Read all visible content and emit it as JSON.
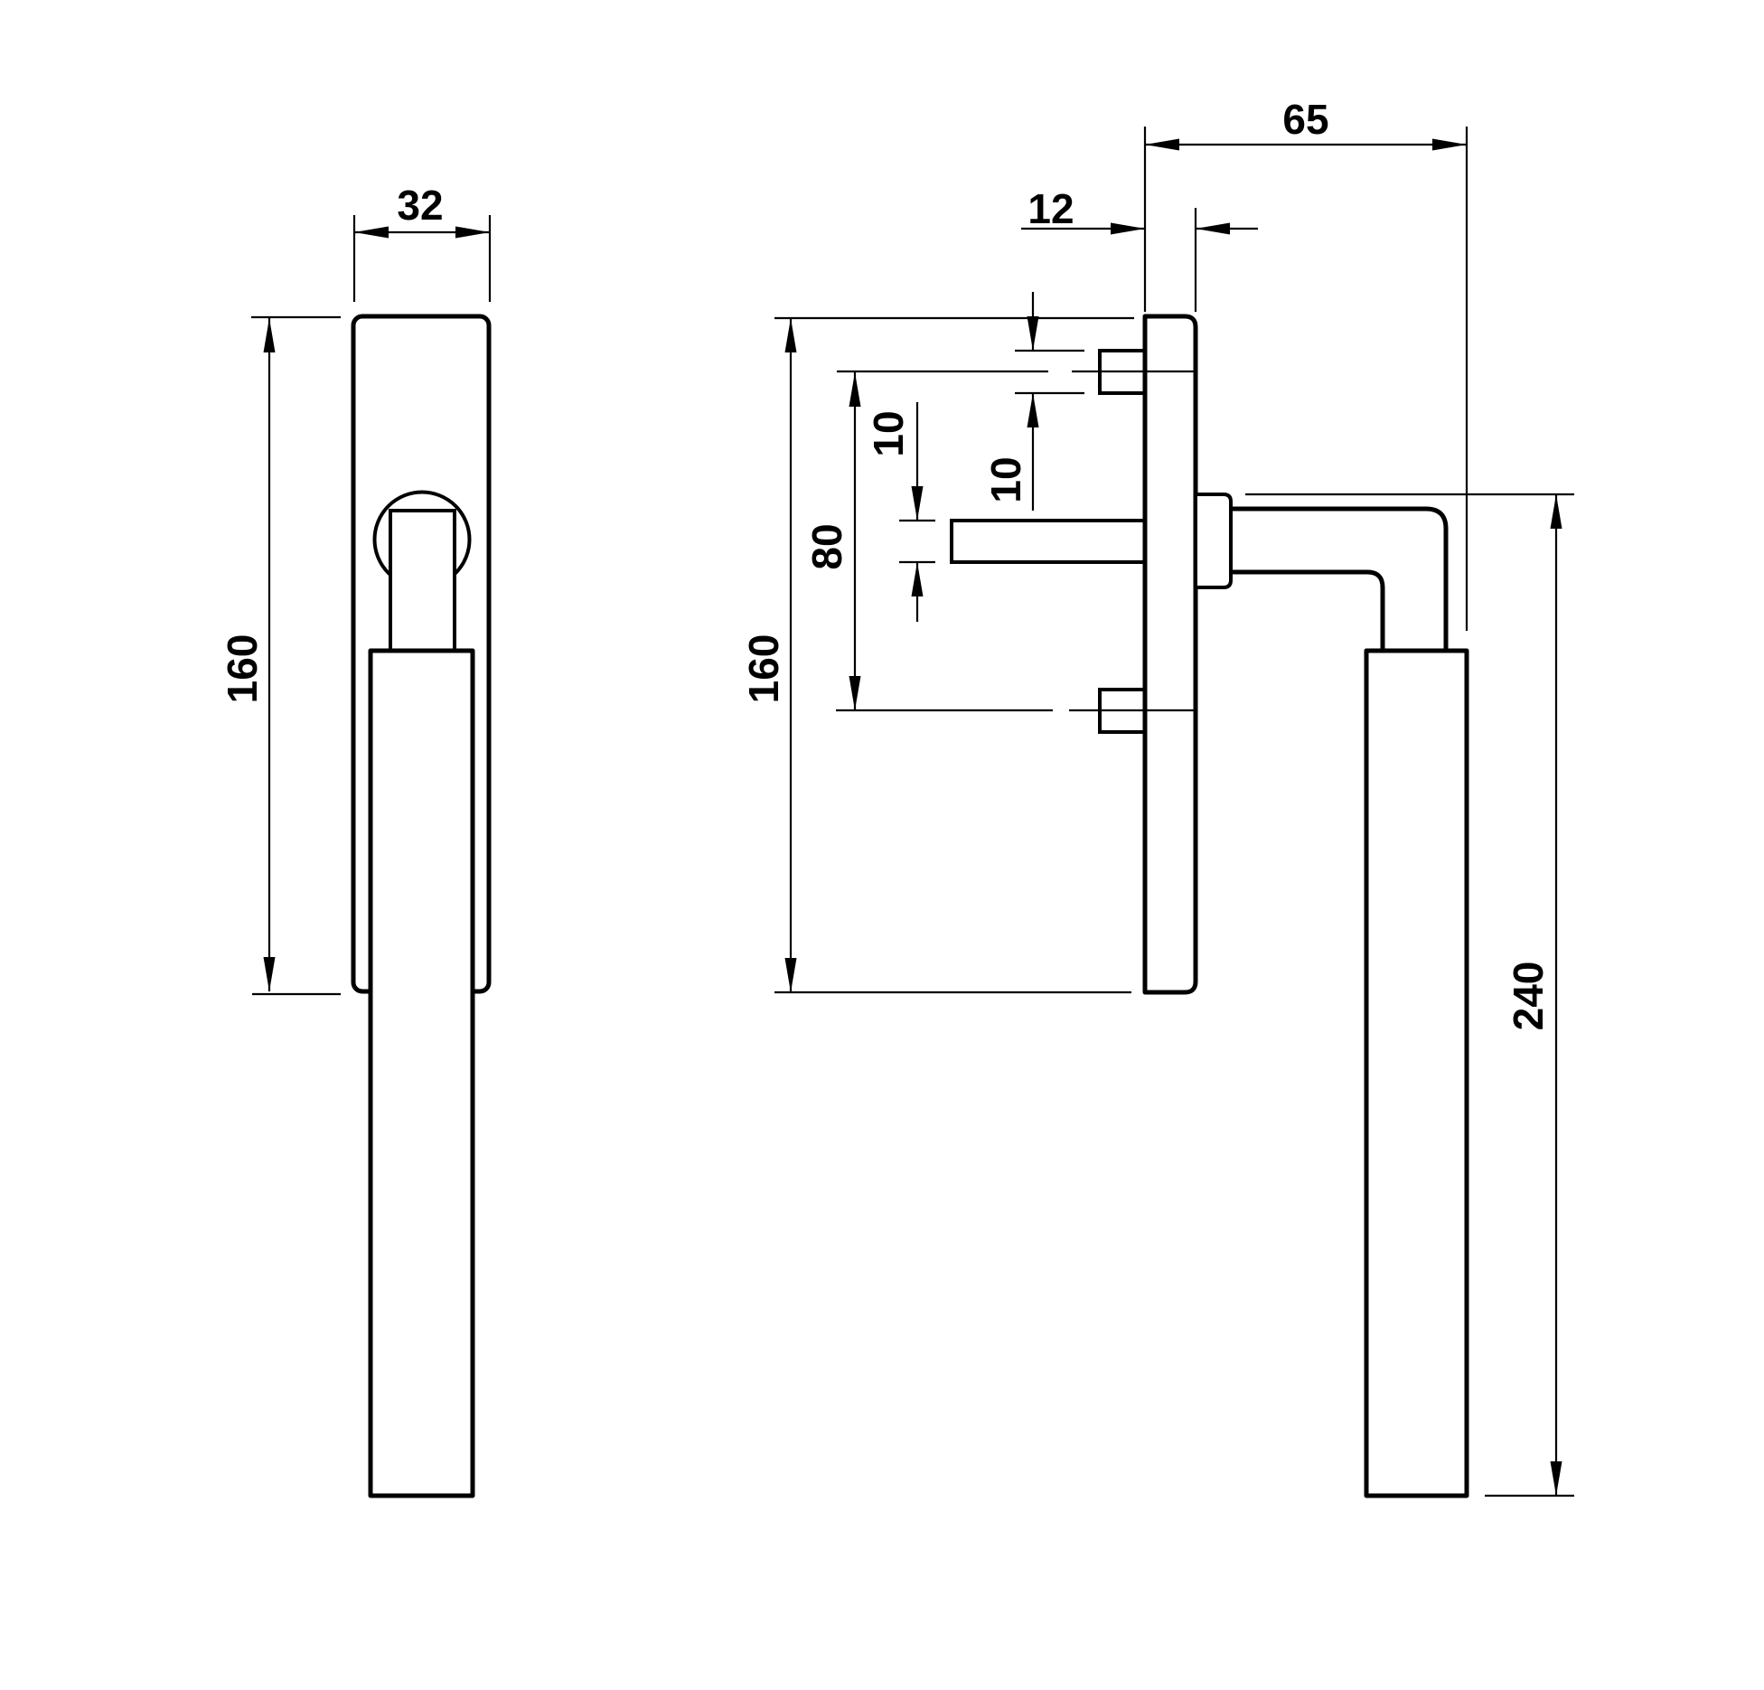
{
  "drawing": {
    "kind": "technical-dimension-drawing",
    "subject": "window-handle-two-views",
    "background_color": "#ffffff",
    "line_color": "#000000",
    "front_view": {
      "width": "32",
      "height": "160"
    },
    "side_view": {
      "depth": "65",
      "plate_thickness": "12",
      "lug_height": "10",
      "spindle_height": "10",
      "screw_spacing": "80",
      "plate_height": "160",
      "grip_length": "240"
    }
  }
}
